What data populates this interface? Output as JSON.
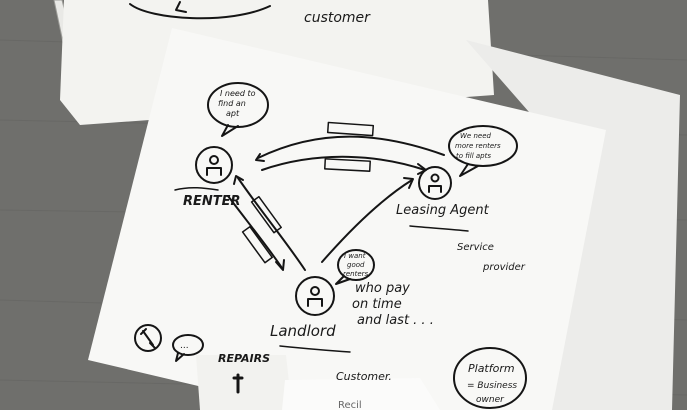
{
  "top_sheet": {
    "customer_label": "customer"
  },
  "speech": {
    "renter": [
      "I need to",
      "find an",
      "apt"
    ],
    "agent": [
      "We need",
      "more renters",
      "to fill apts"
    ],
    "landlord": [
      "I want",
      "good",
      "renters"
    ]
  },
  "labels": {
    "renter": "RENTER",
    "agent": "Leasing Agent",
    "service_provider": [
      "Service",
      "provider"
    ],
    "landlord": "Landlord",
    "landlord_desc": [
      "who pay",
      "on time",
      "and last . . ."
    ],
    "customer": "Customer.",
    "repairs": "REPAIRS",
    "platform": [
      "Platform",
      "= Business",
      "owner"
    ],
    "bottom_card": "Recil"
  },
  "icons": {
    "person": "person-icon",
    "wrench": "wrench-icon",
    "speech": "speech-bubble-icon"
  },
  "colors": {
    "desk": "#6f6f6c",
    "paper": "#f6f6f3",
    "ink": "#151515"
  }
}
